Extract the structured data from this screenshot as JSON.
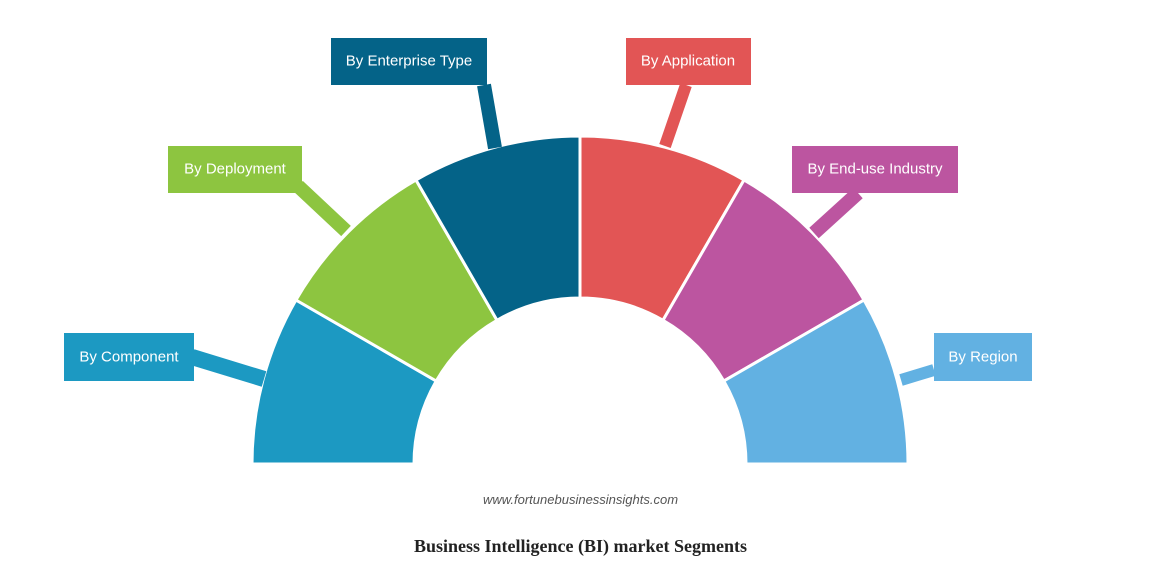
{
  "segments": [
    {
      "label": "By Component",
      "color": "#1c99c2"
    },
    {
      "label": "By Deployment",
      "color": "#8dc540"
    },
    {
      "label": "By Enterprise Type",
      "color": "#046388"
    },
    {
      "label": "By Application",
      "color": "#e25555"
    },
    {
      "label": "By End-use Industry",
      "color": "#bc55a0"
    },
    {
      "label": "By Region",
      "color": "#62b1e2"
    }
  ],
  "watermark": "www.fortunebusinessinsights.com",
  "title": "Business Intelligence (BI) market Segments"
}
